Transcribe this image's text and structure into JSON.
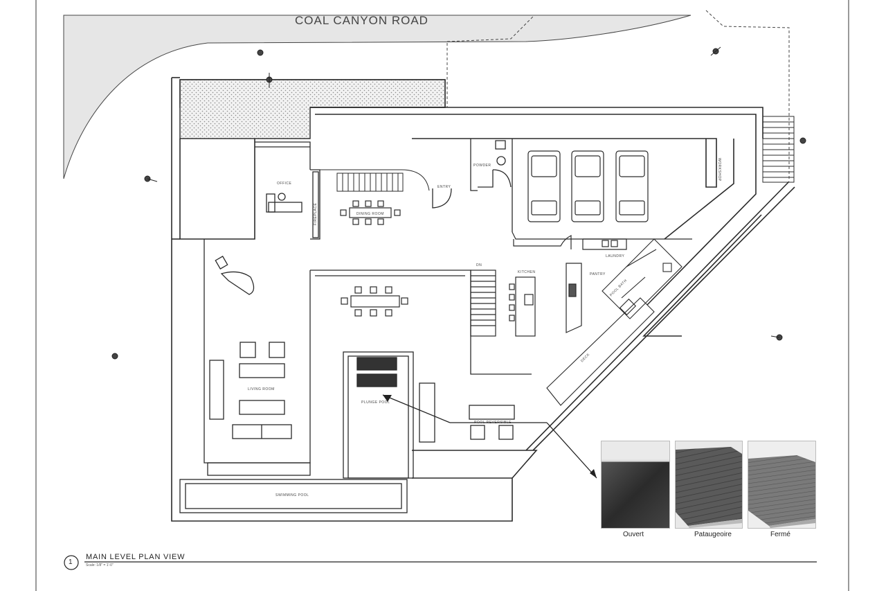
{
  "sheet": {
    "road_name": "COAL CANYON ROAD",
    "view_number": "1",
    "view_title": "MAIN LEVEL PLAN VIEW",
    "view_scale": "Scale: 1/8\" = 1'-0\""
  },
  "rooms": {
    "office": "OFFICE",
    "fireplace": "FIREPLACE",
    "dining_room": "DINING ROOM",
    "entry": "ENTRY",
    "powder": "POWDER",
    "workshop": "WORKSHOP",
    "laundry": "LAUNDRY",
    "pantry": "PANTRY",
    "kitchen": "KITCHEN",
    "stair_dn": "DN",
    "pool_bath": "POOL BATH",
    "living_room": "LIVING ROOM",
    "plunge_pool": "PLUNGE POOL",
    "pool_reversible": "POOL REVERSIBLE",
    "swimming_pool": "SWIMMING POOL",
    "deck": "DECK"
  },
  "photos": [
    {
      "caption": "Ouvert",
      "icon": "pool-open-photo"
    },
    {
      "caption": "Pataugeoire",
      "icon": "pool-wading-photo"
    },
    {
      "caption": "Fermé",
      "icon": "pool-closed-photo"
    }
  ],
  "colors": {
    "line": "#2a2a2a",
    "road_fill": "#e6e6e6",
    "hatch": "#9a9a9a"
  }
}
